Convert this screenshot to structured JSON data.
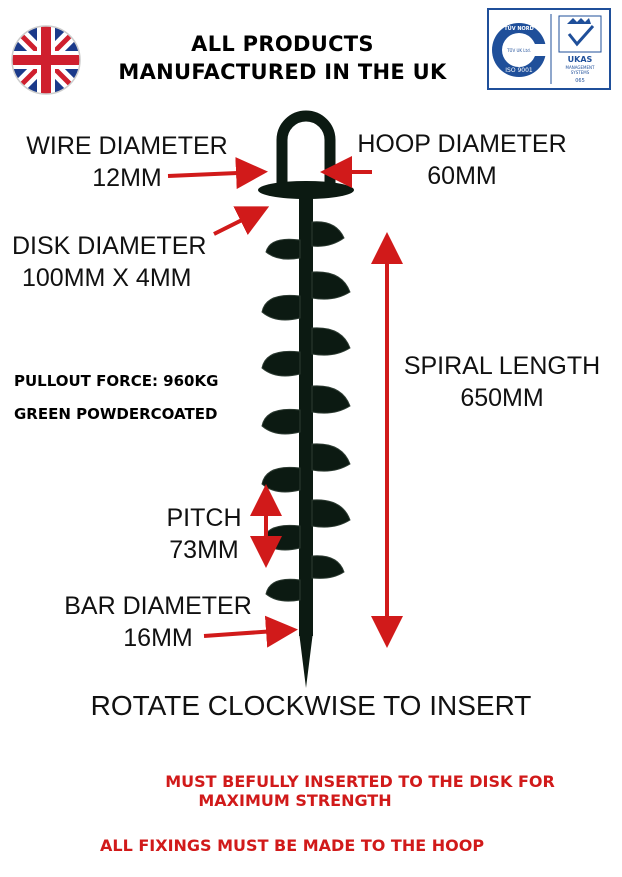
{
  "header": {
    "line1": "ALL PRODUCTS",
    "line2": "MANUFACTURED IN THE UK"
  },
  "certification": {
    "tuv_top": "TÜV NORD",
    "tuv_uk": "TÜV UK Ltd.",
    "tuv_iso": "ISO 9001",
    "ukas_name": "UKAS",
    "ukas_sub1": "MANAGEMENT",
    "ukas_sub2": "SYSTEMS",
    "ukas_num": "065"
  },
  "labels": {
    "wire_title": "WIRE DIAMETER",
    "wire_value": "12MM",
    "hoop_title": "HOOP DIAMETER",
    "hoop_value": "60MM",
    "disk_title": "DISK DIAMETER",
    "disk_value": "100MM X 4MM",
    "spiral_title": "SPIRAL LENGTH",
    "spiral_value": "650MM",
    "pitch_title": "PITCH",
    "pitch_value": "73MM",
    "bar_title": "BAR DIAMETER",
    "bar_value": "16MM"
  },
  "specs": {
    "pullout": "PULLOUT FORCE: 960KG",
    "coating": "GREEN POWDERCOATED"
  },
  "instruction": "ROTATE CLOCKWISE TO INSERT",
  "warnings": {
    "disk_line1": "MUST BEFULLY INSERTED TO THE DISK FOR",
    "disk_line2": "MAXIMUM STRENGTH",
    "hoop": "ALL FIXINGS MUST BE MADE TO THE HOOP"
  },
  "colors": {
    "arrow_red": "#d11a1a",
    "anchor": "#0c1a12",
    "cert_blue": "#1f4f9a",
    "flag_blue": "#1b3a8a",
    "flag_red": "#cf1f2e"
  },
  "icons": [
    "uk-flag-icon",
    "tuv-iso-9001-logo",
    "ukas-logo",
    "ground-anchor-illustration"
  ]
}
